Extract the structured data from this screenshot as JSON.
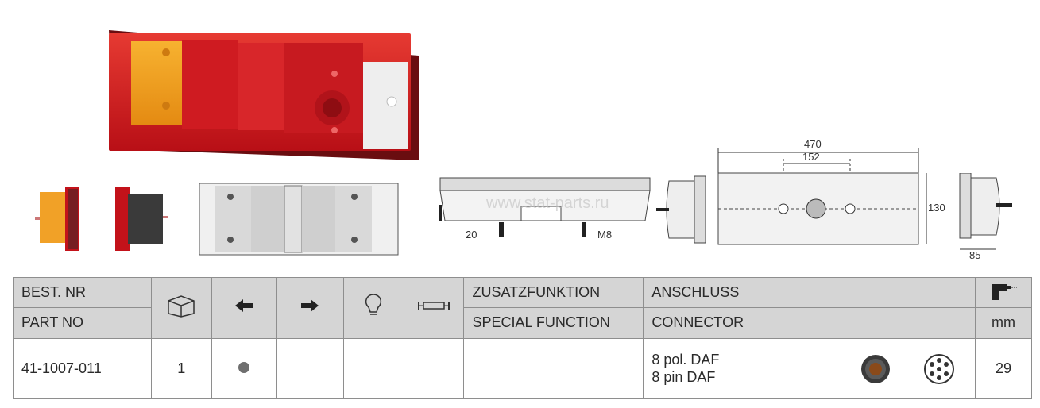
{
  "drawings": {
    "dim_470": "470",
    "dim_152": "152",
    "dim_130": "130",
    "dim_85": "85",
    "dim_20": "20",
    "dim_m8": "M8",
    "watermark": "www.stat-parts.ru"
  },
  "table": {
    "headers": {
      "best_nr": "BEST. NR",
      "part_no": "PART NO",
      "zusatz": "ZUSATZFUNKTION",
      "special": "SPECIAL FUNCTION",
      "anschluss": "ANSCHLUSS",
      "connector": "CONNECTOR",
      "mm": "mm"
    },
    "row": {
      "part_no": "41-1007-011",
      "qty": "1",
      "connector_line1": "8 pol. DAF",
      "connector_line2": "8 pin DAF",
      "mm": "29"
    },
    "icons": [
      "box-icon",
      "arrow-left-icon",
      "arrow-right-icon",
      "bulb-icon",
      "fuse-icon",
      "drill-icon"
    ]
  },
  "colors": {
    "header_bg": "#d5d5d5",
    "lamp_red": "#d0161d",
    "lamp_amber": "#f3a21c"
  }
}
